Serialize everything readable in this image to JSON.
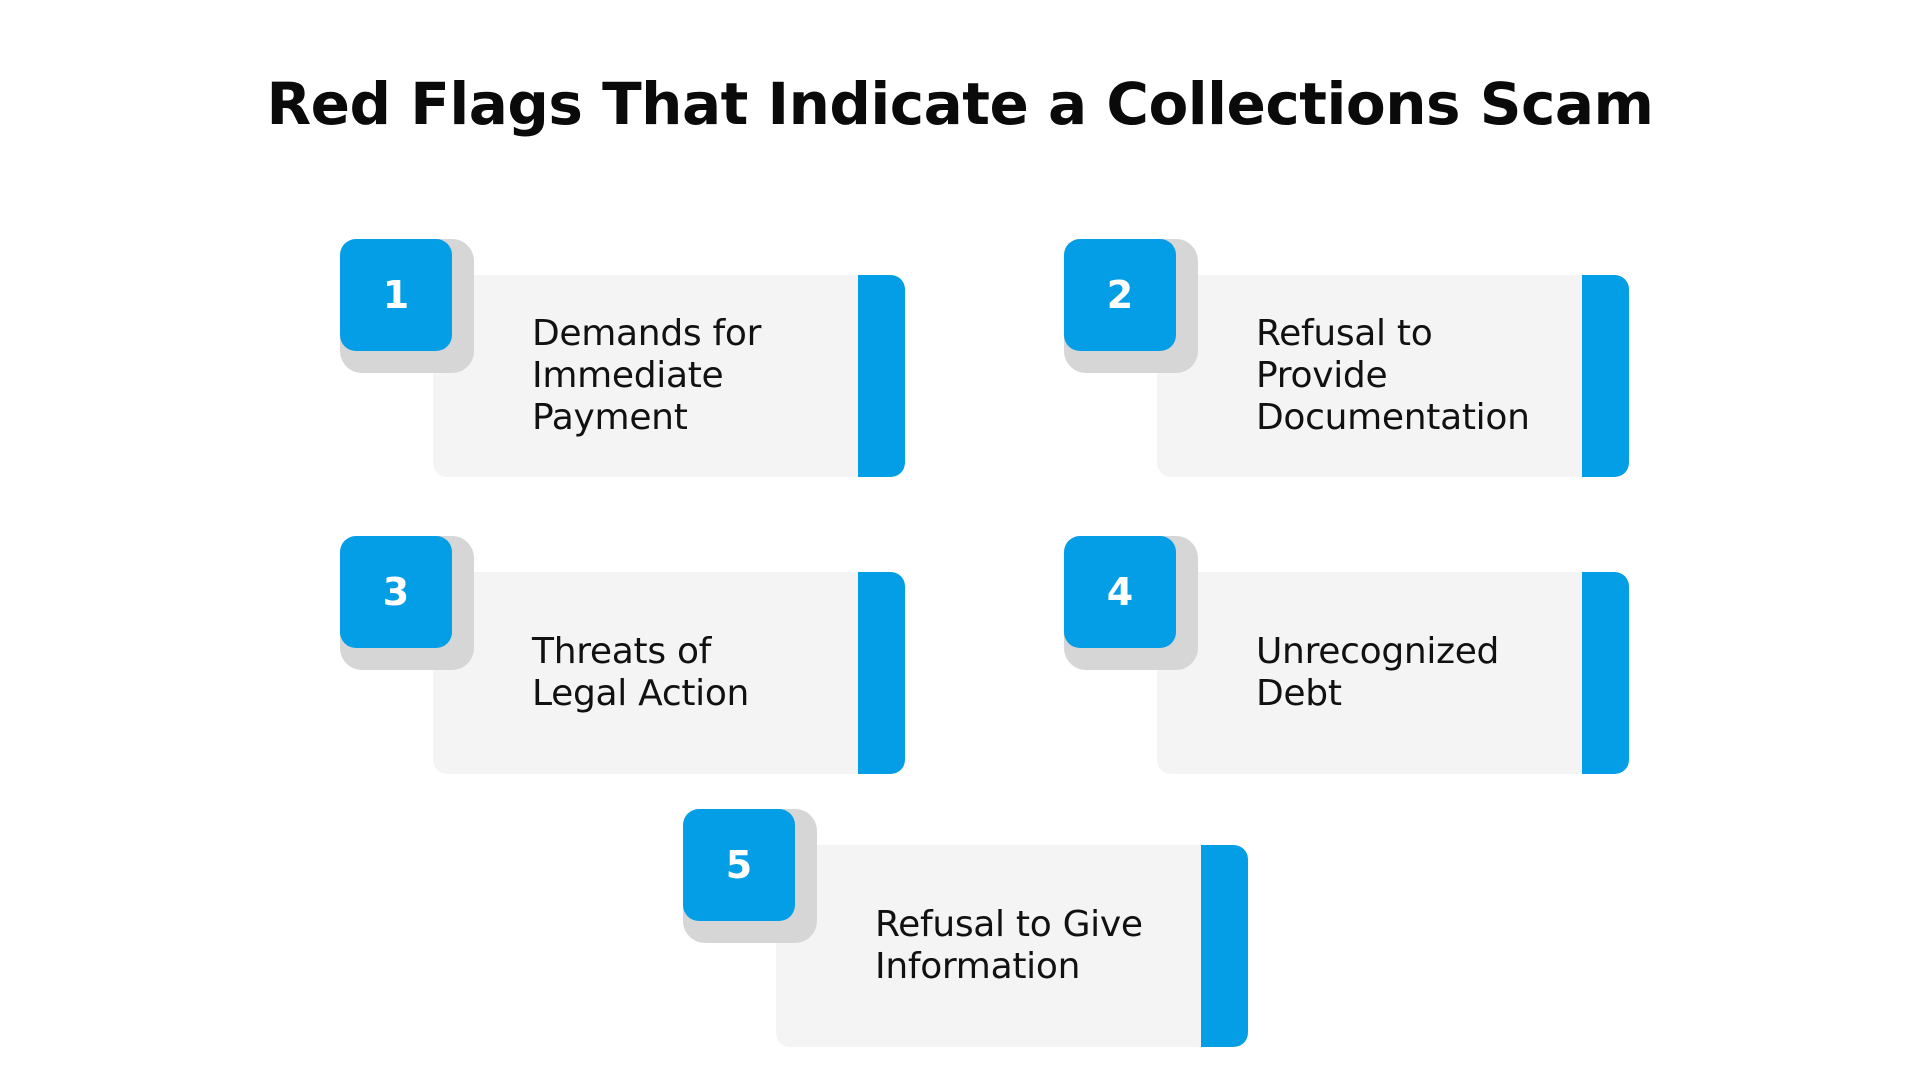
{
  "title": "Red Flags That Indicate a Collections Scam",
  "colors": {
    "accent": "#049ee6",
    "card_background": "#f4f4f4",
    "badge_shadow": "#d6d6d6",
    "text": "#111111"
  },
  "items": [
    {
      "number": "1",
      "label": "Demands for\nImmediate\nPayment"
    },
    {
      "number": "2",
      "label": "Refusal to\nProvide\nDocumentation"
    },
    {
      "number": "3",
      "label": "Threats of\nLegal Action"
    },
    {
      "number": "4",
      "label": "Unrecognized\nDebt"
    },
    {
      "number": "5",
      "label": "Refusal to Give\nInformation"
    }
  ]
}
